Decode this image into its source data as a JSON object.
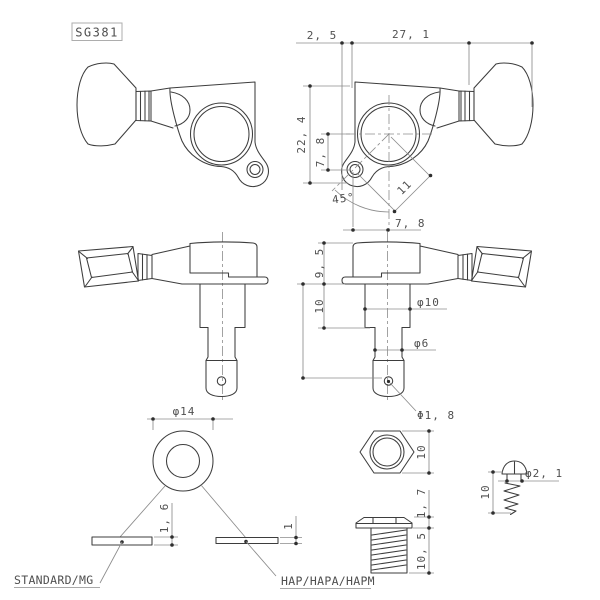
{
  "model_label": "SG381",
  "side_view_dims": {
    "plate_offset": "2, 5",
    "width": "27, 1",
    "height": "22, 4",
    "screw_hole_drop": "7, 8",
    "screw_hole_angle": "45°",
    "screw_hole_diagonal": "11",
    "screw_hole_offset": "7, 8"
  },
  "front_view_dims": {
    "housing_height": "9, 5",
    "shank_length": "10",
    "shank_dia": "φ10",
    "post_dia": "φ6",
    "string_hole_dia": "Φ1, 8"
  },
  "washer_dims": {
    "outer_dia": "φ14",
    "thickness_standard": "1, 6",
    "thickness_hap": "1"
  },
  "washer_labels": {
    "standard": "STANDARD/MG",
    "hap": "HAP/HAPA/HAPM"
  },
  "nut_dims": {
    "across_flats": "10"
  },
  "bushing_dims": {
    "head_height": "1, 7",
    "thread_length": "10, 5"
  },
  "screw_dims": {
    "dia": "φ2, 1",
    "length": "10"
  },
  "colors": {
    "part_line": "#3d3d3d",
    "dim_line": "#8c8c8c",
    "text": "#4f4f4f",
    "background": "#ffffff",
    "label_box_border": "#adadad"
  }
}
